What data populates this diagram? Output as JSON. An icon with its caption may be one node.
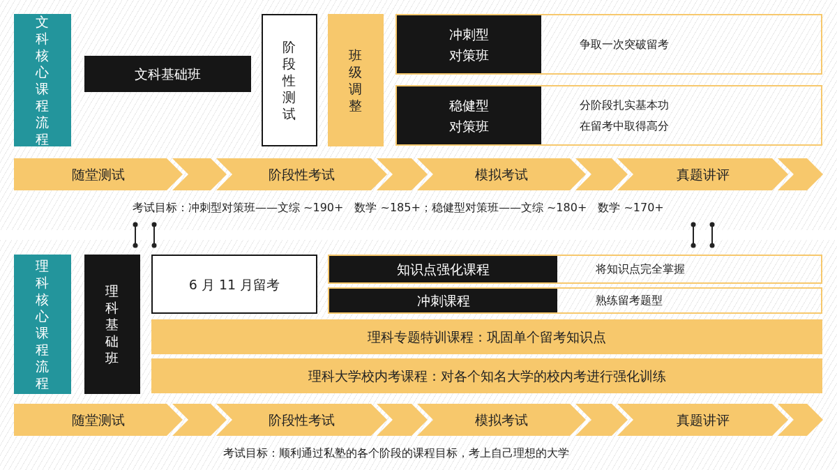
{
  "diagram": {
    "nodes": [
      {
        "text": [
          "文科核心课程流程"
        ]
      },
      {
        "text": [
          "文科基础班"
        ]
      },
      {
        "text": [
          "阶段性测试"
        ]
      },
      {
        "text": [
          "班级调整"
        ]
      },
      {
        "text": [
          "冲刺型对策班",
          "争取一次突破留考"
        ]
      },
      {
        "text": [
          "稳健型对策班",
          "分阶段扎实基本功在留考中取得高分"
        ]
      },
      {
        "text": [
          "随堂测试"
        ]
      },
      {
        "text": [
          "阶段性考试"
        ]
      },
      {
        "text": [
          "模拟考试"
        ]
      },
      {
        "text": [
          "真题讲评"
        ]
      },
      {
        "text": [
          "理科核心课程流程"
        ]
      },
      {
        "text": [
          "理科基础班"
        ]
      },
      {
        "text": [
          "6 月 11 月留考"
        ]
      },
      {
        "text": [
          "知识点强化课程",
          "将知识点完全掌握"
        ]
      },
      {
        "text": [
          "冲刺课程",
          "熟练留考题型"
        ]
      },
      {
        "text": [
          "理科专题特训课程：巩固单个留考知识点"
        ]
      },
      {
        "text": [
          "理科大学校内考课程：对各个知名大学的校内考进行强化训练"
        ]
      },
      {
        "text": [
          "随堂测试"
        ]
      },
      {
        "text": [
          "阶段性考试"
        ]
      },
      {
        "text": [
          "模拟考试"
        ]
      },
      {
        "text": [
          "真题讲评"
        ]
      }
    ],
    "edges": [
      {
        "from": 6,
        "to": 7,
        "arrow": "to"
      },
      {
        "from": 7,
        "to": 8,
        "arrow": "to"
      },
      {
        "from": 8,
        "to": 9,
        "arrow": "to"
      },
      {
        "from": 9,
        "to": null,
        "arrow": "to"
      },
      {
        "from": 17,
        "to": 18,
        "arrow": "to"
      },
      {
        "from": 18,
        "to": 19,
        "arrow": "to"
      },
      {
        "from": 19,
        "to": 20,
        "arrow": "to"
      },
      {
        "from": 20,
        "to": null,
        "arrow": "to"
      }
    ],
    "labels": [
      "考试目标：冲刺型对策班——文综 ~190+　数学 ~185+；稳健型对策班——文综 ~180+　数学 ~170+",
      "考试目标：顺利通过私塾的各个阶段的课程目标，考上自己理想的大学"
    ]
  }
}
